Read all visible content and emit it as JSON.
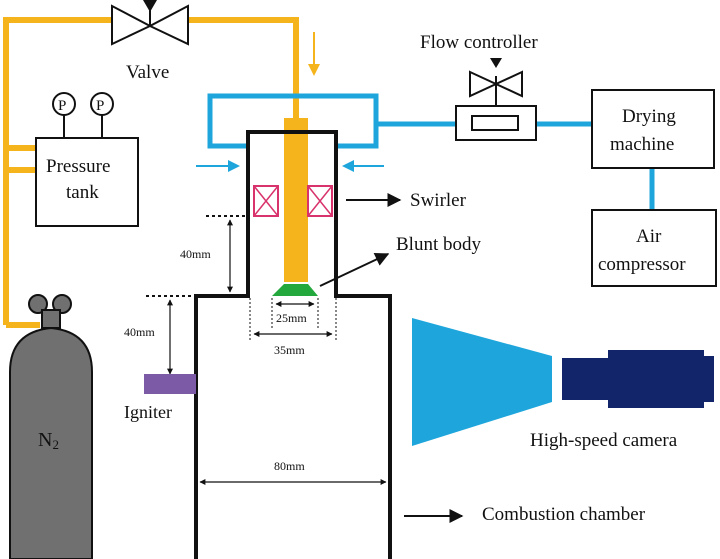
{
  "labels": {
    "valve": "Valve",
    "flow_controller": "Flow controller",
    "pressure": "Pressure",
    "tank": "tank",
    "gauge": "P",
    "drying_line1": "Drying",
    "drying_line2": "machine",
    "air_line1": "Air",
    "air_line2": "compressor",
    "swirler": "Swirler",
    "blunt_body": "Blunt body",
    "igniter": "Igniter",
    "n2_main": "N",
    "n2_sub": "2",
    "high_speed_camera": "High-speed camera",
    "combustion_chamber": "Combustion chamber"
  },
  "dimensions": {
    "upper_height": "40mm",
    "lower_height": "40mm",
    "blunt_width": "25mm",
    "inner_width": "35mm",
    "chamber_width": "80mm"
  },
  "colors": {
    "fuel_line": "#f5b41c",
    "air_line": "#1ea6dc",
    "swirler": "#d8336c",
    "blunt_body": "#22a83c",
    "igniter": "#7c5aa6",
    "cylinder": "#707070",
    "camera_cone": "#1ea6dc",
    "camera_body": "#12246a"
  }
}
